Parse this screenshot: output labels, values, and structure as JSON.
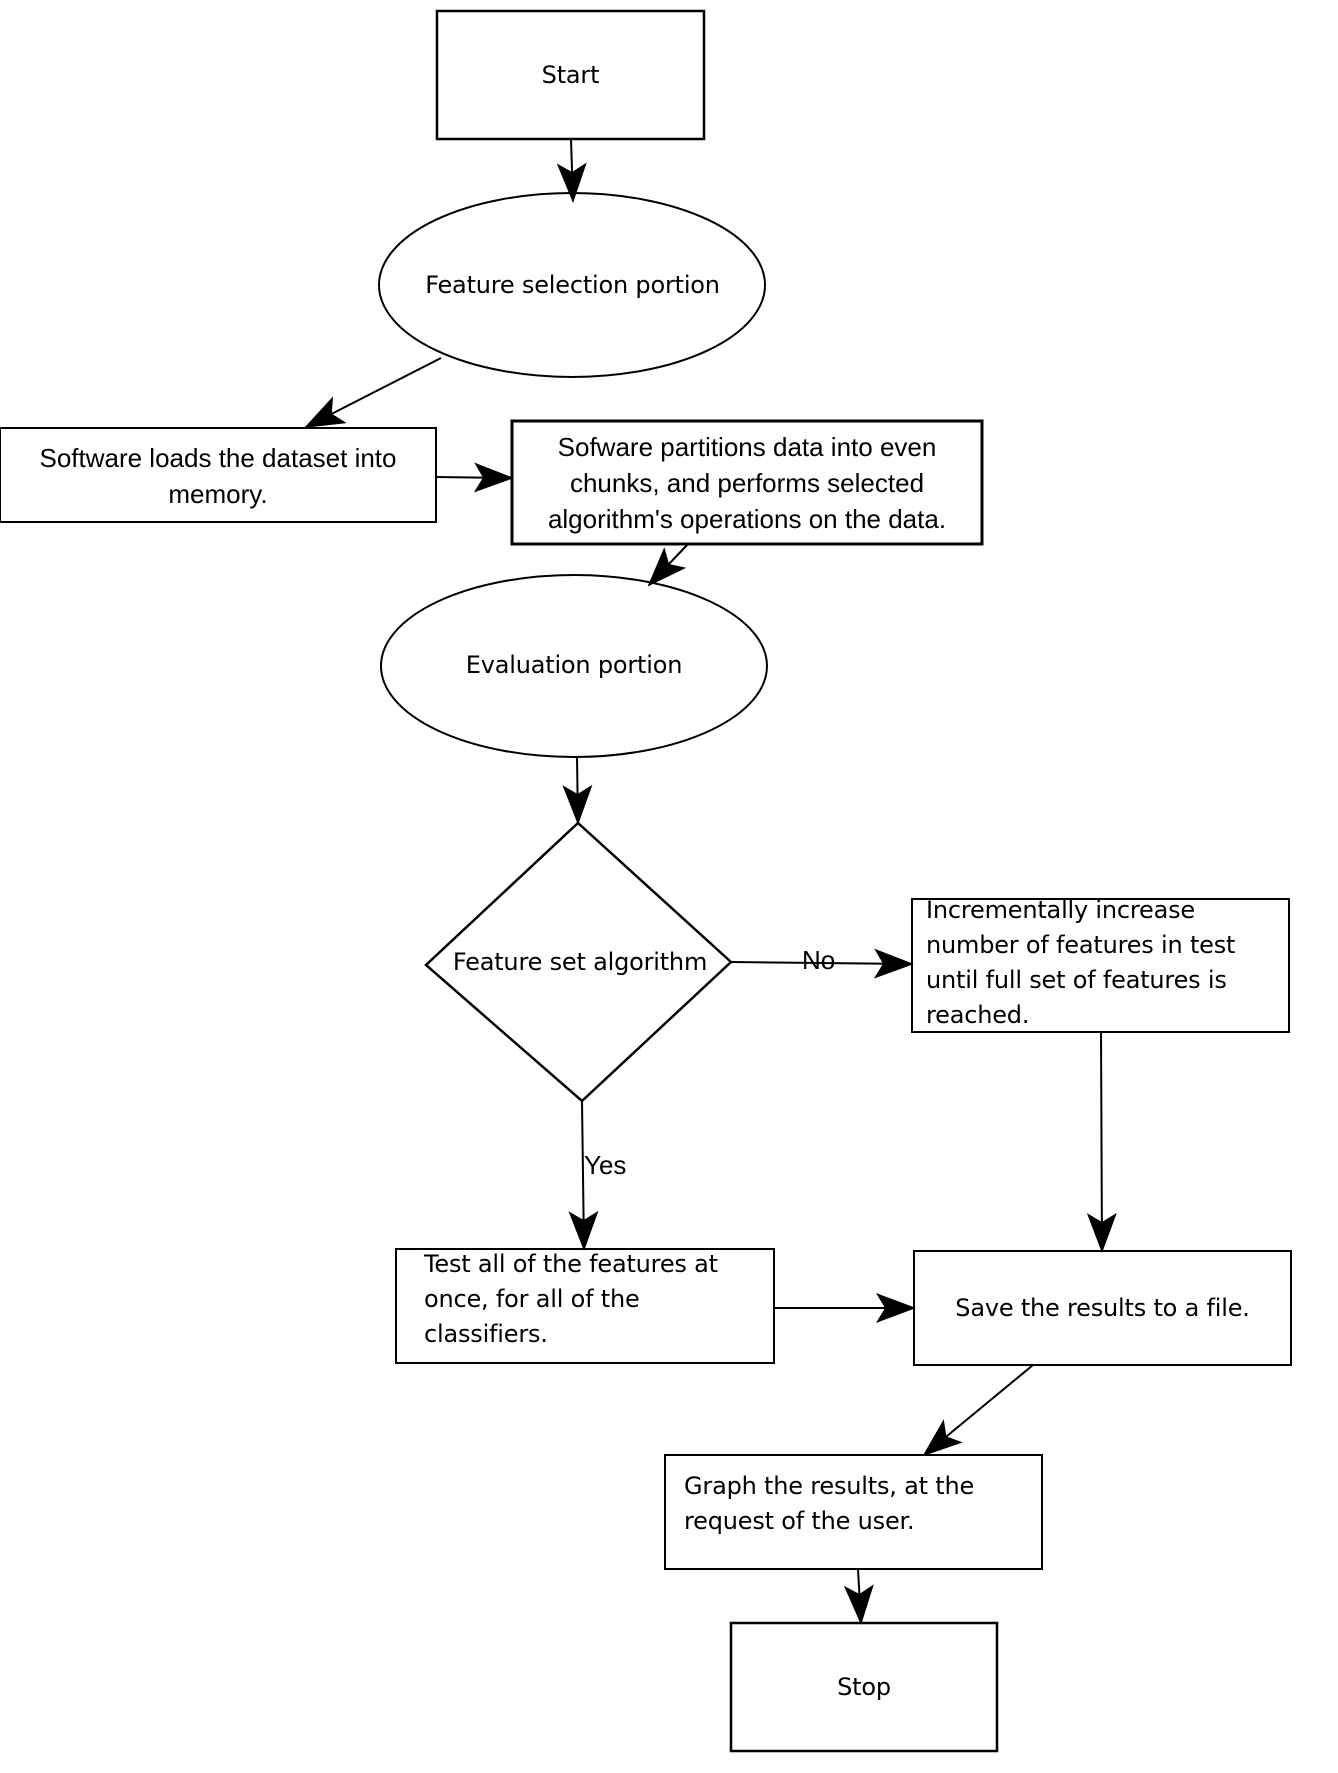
{
  "diagram": {
    "nodes": {
      "start": "Start",
      "feature_selection": "Feature selection portion",
      "load_dataset": "Software loads the dataset into memory.",
      "partition": "Sofware partitions data into even chunks, and performs selected algorithm's operations on the data.",
      "evaluation": "Evaluation portion",
      "decision": "Feature set algorithm",
      "incremental": "Incrementally increase number of features in test until full set of features is reached.",
      "test_all": "Test all of the features at once, for all of the classifiers.",
      "save": "Save the results to a file.",
      "graph": "Graph the results, at the request of the user.",
      "stop": "Stop"
    },
    "edge_labels": {
      "no": "No",
      "yes": "Yes"
    }
  }
}
